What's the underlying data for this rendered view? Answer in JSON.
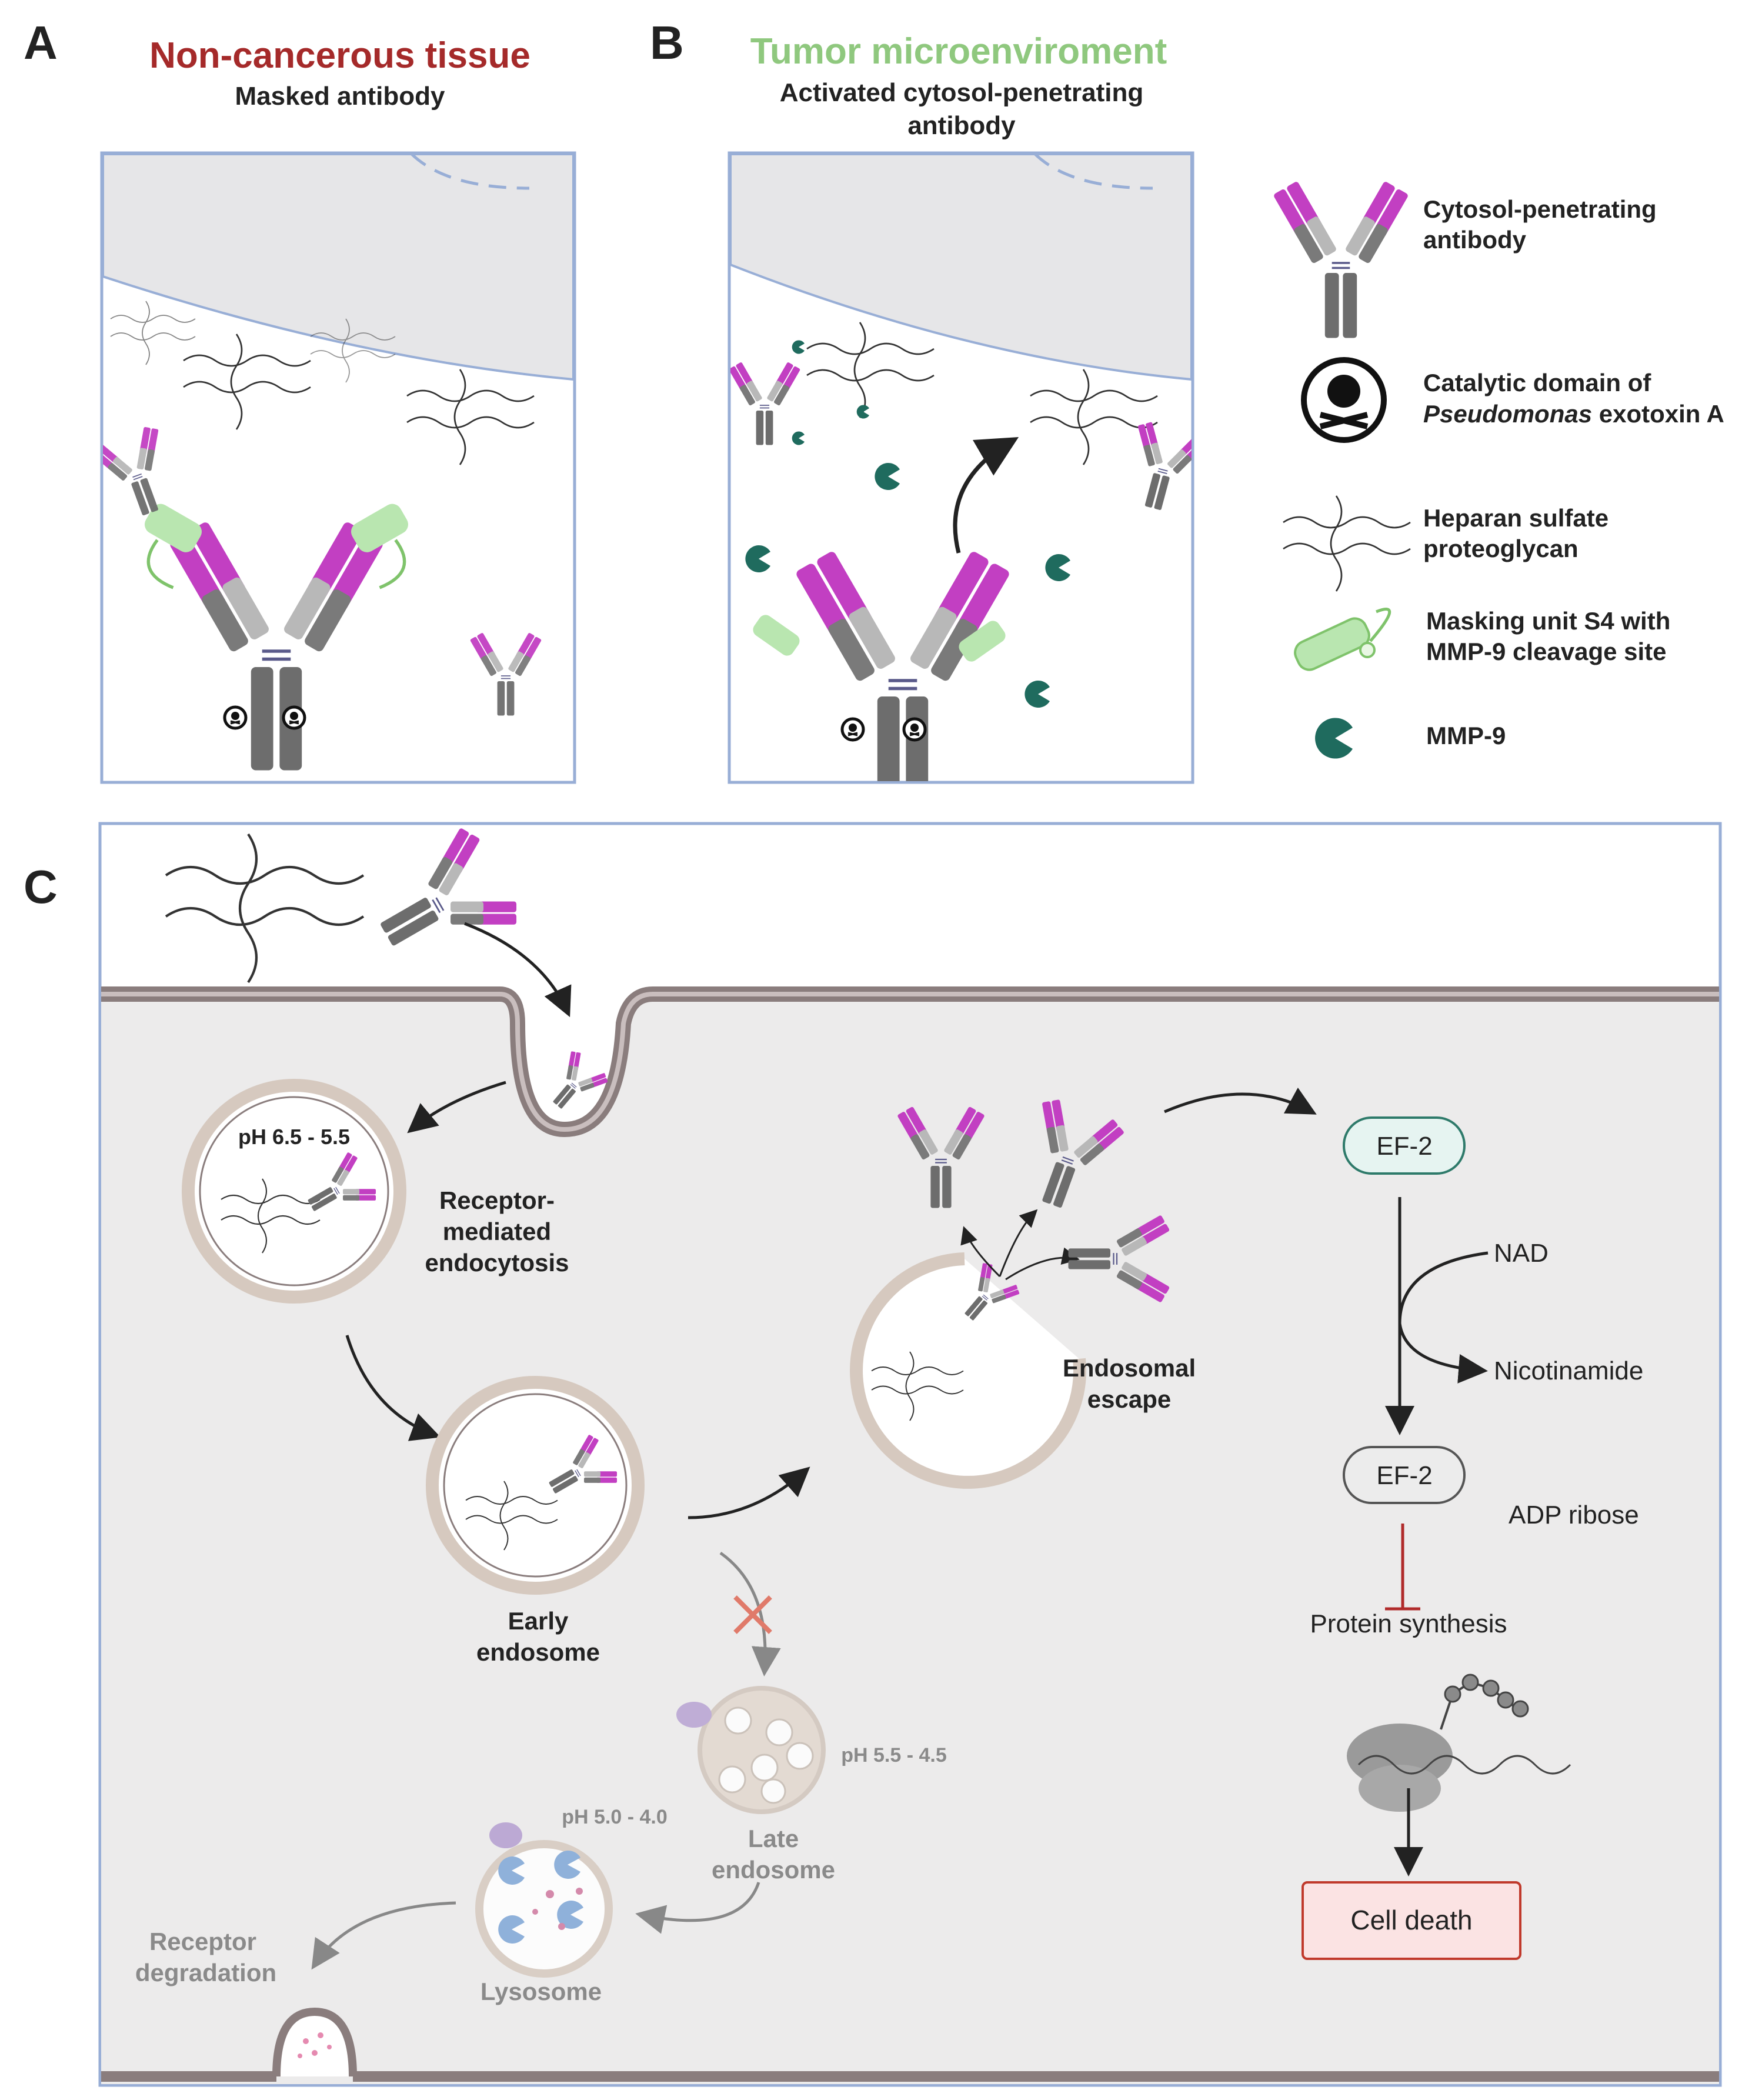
{
  "panel_a": {
    "letter": "A",
    "title": "Non-cancerous tissue",
    "subtitle": "Masked antibody"
  },
  "panel_b": {
    "letter": "B",
    "title": "Tumor microenviroment",
    "subtitle_line1": "Activated cytosol-penetrating",
    "subtitle_line2": "antibody"
  },
  "legend": {
    "antibody_line1": "Cytosol-penetrating",
    "antibody_line2": "antibody",
    "toxin_line1": "Catalytic domain of",
    "toxin_line2_italic": "Pseudomonas",
    "toxin_line2_rest": " exotoxin A",
    "hspg_line1": "Heparan sulfate",
    "hspg_line2": "proteoglycan",
    "mask_line1": "Masking unit S4 with",
    "mask_line2": "MMP-9 cleavage site",
    "mmp9": "MMP-9"
  },
  "panel_c": {
    "letter": "C",
    "ph_early_vesicle": "pH 6.5 - 5.5",
    "receptor_line1": "Receptor-",
    "receptor_line2": "mediated",
    "receptor_line3": "endocytosis",
    "early_line1": "Early",
    "early_line2": "endosome",
    "escape_line1": "Endosomal",
    "escape_line2": "escape",
    "ph_late": "pH 5.5 - 4.5",
    "late_line1": "Late",
    "late_line2": "endosome",
    "ph_lysosome": "pH 5.0 - 4.0",
    "lysosome": "Lysosome",
    "degradation_line1": "Receptor",
    "degradation_line2": "degradation",
    "ef2_top": "EF-2",
    "nad": "NAD",
    "nicotinamide": "Nicotinamide",
    "ef2_bottom": "EF-2",
    "adp": "ADP ribose",
    "protein_synthesis": "Protein synthesis",
    "cell_death": "Cell death"
  },
  "colors": {
    "magenta": "#c23fc2",
    "antibody_grey": "#6d6d6d",
    "mask_green": "#b9e6b0",
    "mmp9_teal": "#1f6b5e",
    "panel_border": "#98aed6",
    "title_red": "#a52a2a",
    "title_green": "#8fc87e",
    "cell_fill": "#ecebeb",
    "cell_death_red": "#c0392b"
  }
}
